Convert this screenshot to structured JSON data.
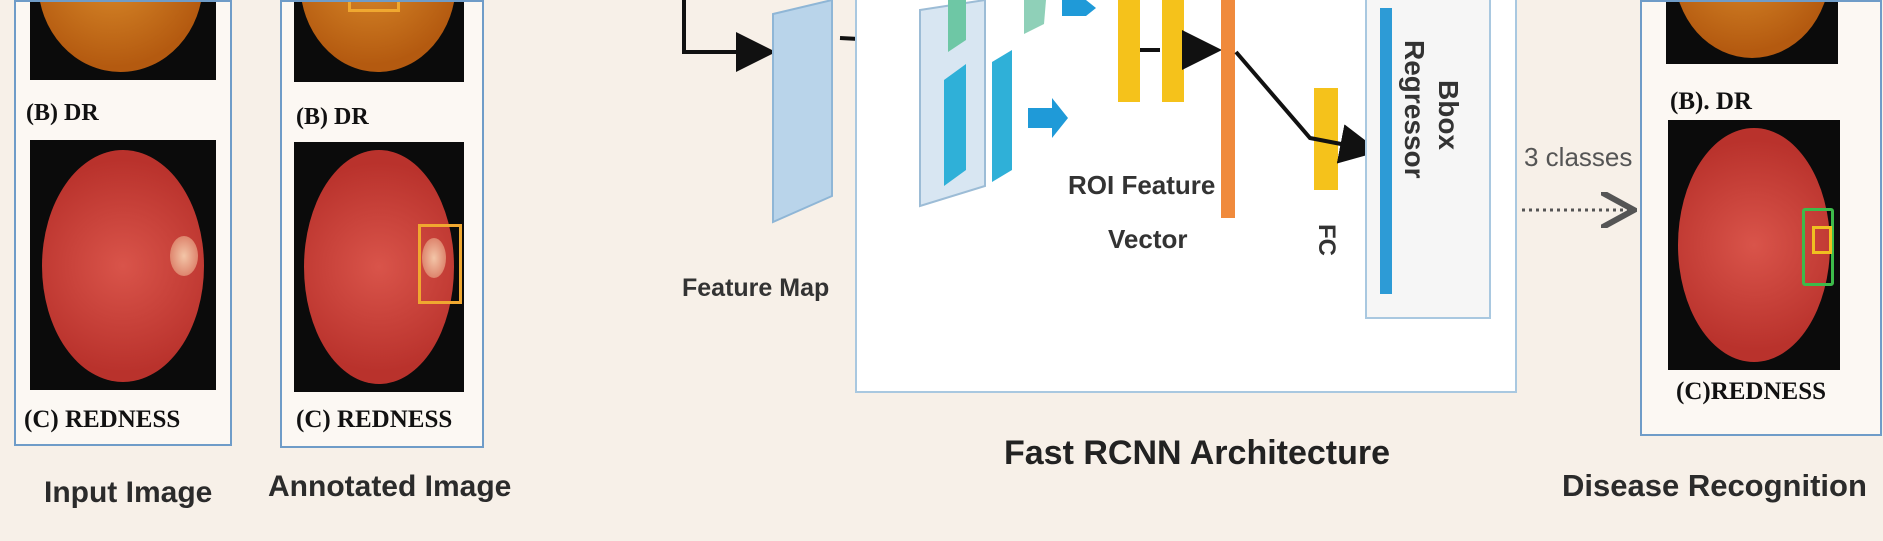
{
  "input_panel": {
    "caption": "Input Image",
    "labels": {
      "b": "(B)  DR",
      "c": "(C) REDNESS"
    }
  },
  "annotated_panel": {
    "caption": "Annotated Image",
    "labels": {
      "b": "(B) DR",
      "c": "(C) REDNESS"
    }
  },
  "architecture": {
    "feature_map_label": "Feature Map",
    "roi_label_line1": "ROI Feature",
    "roi_label_line2": "Vector",
    "fc_label": "FC",
    "bbox_label_line1": "Bbox",
    "bbox_label_line2": "Regressor",
    "title": "Fast RCNN Architecture",
    "classes_label": "3 classes"
  },
  "output_panel": {
    "caption": "Disease Recognition",
    "labels": {
      "b": "(B). DR",
      "c": "(C)REDNESS"
    }
  },
  "colors": {
    "background": "#f7f0e8",
    "panel_border": "#6f9cc8",
    "fundus_red": "#c9443a",
    "fundus_orange": "#c76d1a",
    "annotation_box": "#f0a830",
    "detection_box": "#3dbb4a",
    "roi_yellow": "#f5c21b",
    "fc_orange": "#f08a3c",
    "cnn_teal": "#2fb0d8",
    "arrow_blue": "#1f9ad8",
    "feature_map_blue": "#b9d4ea"
  }
}
